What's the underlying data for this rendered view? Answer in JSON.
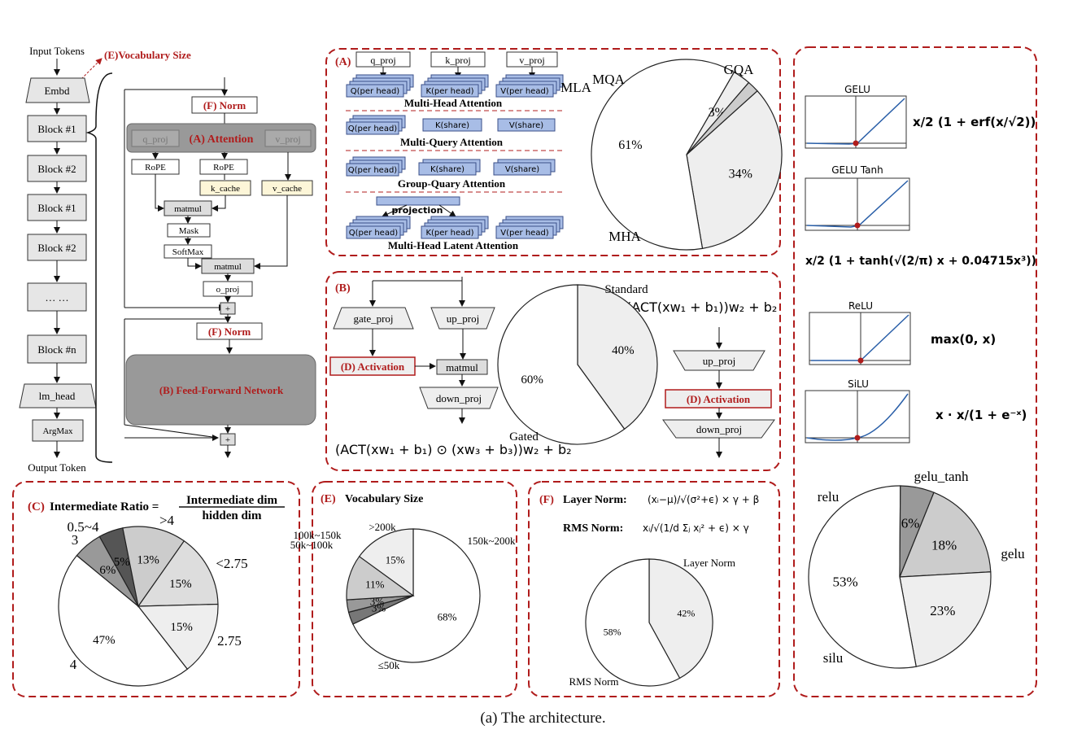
{
  "colors": {
    "red": "#b01c1c",
    "gray_block": "#999999",
    "blue_box": "#a8bde6",
    "cache_box": "#fdf6d8",
    "pie_light": "#eeeeee",
    "pie_mid": "#cccccc",
    "pie_dark": "#999999"
  },
  "arch": {
    "input_tokens": "Input Tokens",
    "vocab_label": "(E)Vocabulary Size",
    "embd": "Embd",
    "blocks": [
      "Block #1",
      "Block #2",
      "Block #1",
      "Block #2",
      "… …",
      "Block #n"
    ],
    "lm_head": "lm_head",
    "argmax": "ArgMax",
    "output_token": "Output Token",
    "norm1": "(F) Norm",
    "attention": "(A) Attention",
    "q_proj": "q_proj",
    "v_proj": "v_proj",
    "rope1": "RoPE",
    "rope2": "RoPE",
    "k_cache": "k_cache",
    "v_cache": "v_cache",
    "matmul1": "matmul",
    "mask": "Mask",
    "softmax": "SoftMax",
    "matmul2": "matmul",
    "o_proj": "o_proj",
    "plus": "+",
    "norm2": "(F) Norm",
    "ffn": "(B) Feed-Forward Network"
  },
  "panel_a": {
    "tag": "(A)",
    "q_proj": "q_proj",
    "k_proj": "k_proj",
    "v_proj": "v_proj",
    "q_head": "Q(per head)",
    "k_head": "K(per head)",
    "v_head": "V(per head)",
    "k_share": "K(share)",
    "v_share": "V(share)",
    "projection": "projection",
    "mha": "Multi-Head Attention",
    "mqa": "Multi-Query Attention",
    "gqa": "Group-Quary Attention",
    "mla": "Multi-Head Latent Attention"
  },
  "panel_b": {
    "tag": "(B)",
    "gate_proj": "gate_proj",
    "up_proj": "up_proj",
    "activation": "(D) Activation",
    "matmul": "matmul",
    "down_proj": "down_proj",
    "gated_formula": "(ACT(xw₁ + b₁) ⊙ (xw₃ + b₃))w₂ + b₂",
    "standard_formula": "(ACT(xw₁ + b₁))w₂ + b₂",
    "up_proj2": "up_proj",
    "activation2": "(D) Activation",
    "down_proj2": "down_proj"
  },
  "panel_c": {
    "tag": "(C)",
    "title": "Intermediate Ratio =",
    "numerator": "Intermediate dim",
    "denominator": "hidden dim"
  },
  "panel_e": {
    "tag": "(E)",
    "title": "Vocabulary Size"
  },
  "panel_f": {
    "tag": "(F)",
    "layer_norm_label": "Layer Norm:",
    "layer_norm_formula": "(xᵢ−μ)/√(σ²+ϵ) × γ + β",
    "rms_norm_label": "RMS Norm:",
    "rms_norm_formula": "xᵢ/√(1/d Σⱼ xⱼ² + ϵ) × γ"
  },
  "activations": [
    {
      "name": "GELU",
      "formula": "x/2 (1 + erf(x/√2))"
    },
    {
      "name": "GELU Tanh",
      "formula": "x/2 (1 + tanh(√(2/π) x + 0.04715x³))"
    },
    {
      "name": "ReLU",
      "formula": "max(0, x)"
    },
    {
      "name": "SiLU",
      "formula": "x · x/(1 + e⁻ˣ)"
    }
  ],
  "caption": "(a) The architecture.",
  "chart_data": [
    {
      "type": "pie",
      "id": "attention",
      "labels": [
        "GQA",
        "MHA",
        "MQA",
        "MLA"
      ],
      "values": [
        34,
        61,
        3,
        2
      ],
      "value_labels": [
        "34%",
        "61%",
        "3%",
        ""
      ]
    },
    {
      "type": "pie",
      "id": "ffn",
      "labels": [
        "Standard",
        "Gated"
      ],
      "values": [
        40,
        60
      ],
      "value_labels": [
        "40%",
        "60%"
      ]
    },
    {
      "type": "pie",
      "id": "intermediate_ratio",
      "labels": [
        "4",
        "0.5~4",
        "3",
        ">4",
        "<2.75",
        "2.75"
      ],
      "values": [
        47,
        6,
        5,
        13,
        15,
        15
      ],
      "value_labels": [
        "47%",
        "6%",
        "5%",
        "13%",
        "15%",
        "15%"
      ]
    },
    {
      "type": "pie",
      "id": "vocabulary_size",
      "labels": [
        "≤50k",
        "50k~100k",
        "100k~150k",
        ">200k",
        "150k~200k"
      ],
      "values": [
        68,
        3,
        3,
        11,
        15
      ],
      "value_labels": [
        "68%",
        "3%",
        "3%",
        "11%",
        "15%"
      ]
    },
    {
      "type": "pie",
      "id": "norm",
      "labels": [
        "Layer Norm",
        "RMS Norm"
      ],
      "values": [
        42,
        58
      ],
      "value_labels": [
        "42%",
        "58%"
      ]
    },
    {
      "type": "pie",
      "id": "activation",
      "labels": [
        "gelu_tanh",
        "gelu",
        "silu",
        "relu"
      ],
      "values": [
        18,
        23,
        53,
        6
      ],
      "value_labels": [
        "18%",
        "23%",
        "53%",
        "6%"
      ]
    }
  ]
}
